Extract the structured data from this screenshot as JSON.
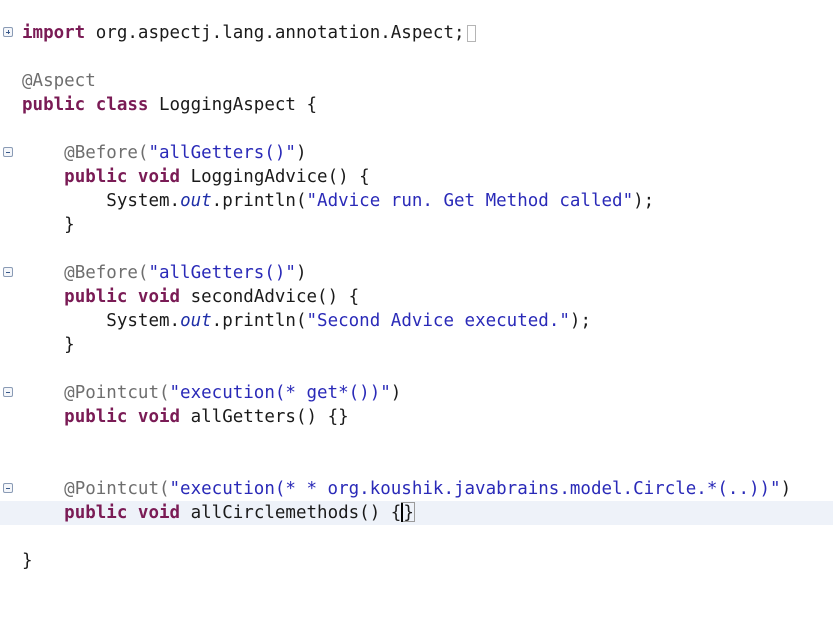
{
  "editor": {
    "line1": {
      "kw": "import",
      "rest": "org.aspectj.lang.annotation.Aspect;"
    },
    "line3": {
      "annotation": "@Aspect"
    },
    "line4": {
      "kw": "public class",
      "rest": "LoggingAspect {"
    },
    "block1": {
      "annotation": "@Before(",
      "arg": "\"allGetters()\"",
      "close": ")",
      "kw": "public void",
      "sig": "LoggingAdvice() {",
      "stmt_pre": "System.",
      "stmt_field": "out",
      "stmt_mid": ".println(",
      "stmt_str": "\"Advice run. Get Method called\"",
      "stmt_end": ");",
      "brace": "}"
    },
    "block2": {
      "annotation": "@Before(",
      "arg": "\"allGetters()\"",
      "close": ")",
      "kw": "public void",
      "sig": "secondAdvice() {",
      "stmt_pre": "System.",
      "stmt_field": "out",
      "stmt_mid": ".println(",
      "stmt_str": "\"Second Advice executed.\"",
      "stmt_end": ");",
      "brace": "}"
    },
    "block3": {
      "annotation": "@Pointcut(",
      "arg": "\"execution(* get*())\"",
      "close": ")",
      "kw": "public void",
      "sig": "allGetters() {}"
    },
    "block4": {
      "annotation": "@Pointcut(",
      "arg": "\"execution(* * org.koushik.javabrains.model.Circle.*(..))\"",
      "close": ")",
      "kw": "public void",
      "sig": "allCirclemethods() {",
      "bracket": "}"
    },
    "final_brace": "}"
  }
}
